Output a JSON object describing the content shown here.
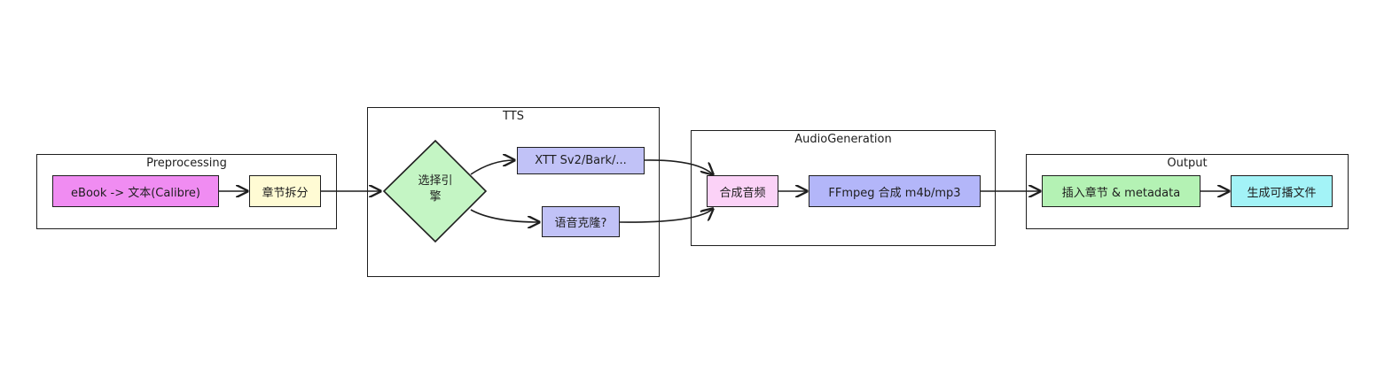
{
  "groups": {
    "preprocessing": "Preprocessing",
    "tts": "TTS",
    "audio_generation": "AudioGeneration",
    "output": "Output"
  },
  "nodes": {
    "ebook": "eBook -> 文本(Calibre)",
    "chapter_split": "章节拆分",
    "engine_select_line1": "选择引",
    "engine_select_line2": "擎",
    "xtts": "XTT Sv2/Bark/...",
    "voice_clone": "语音克隆?",
    "merge_audio": "合成音频",
    "ffmpeg": "FFmpeg 合成 m4b/mp3",
    "insert_chapters": "插入章节 & metadata",
    "playable_file": "生成可播文件"
  },
  "colors": {
    "ebook": "#f08cf2",
    "chapter_split": "#fffbd4",
    "engine_select": "#c4f5c4",
    "xtts": "#c1c2f7",
    "voice_clone": "#c1c2f7",
    "merge_audio": "#fbd2f7",
    "ffmpeg": "#b3b6f9",
    "insert_chapters": "#b4f2b4",
    "playable_file": "#a3f3f7",
    "stroke": "#1e1e1e"
  }
}
